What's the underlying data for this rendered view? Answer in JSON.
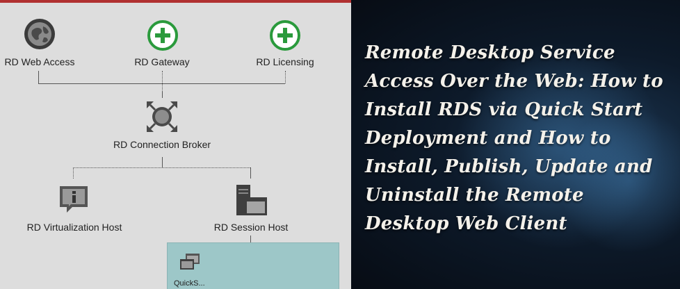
{
  "diagram": {
    "nodes": {
      "web_access": {
        "label": "RD Web Access",
        "icon": "globe-icon"
      },
      "gateway": {
        "label": "RD Gateway",
        "icon": "add-icon"
      },
      "licensing": {
        "label": "RD Licensing",
        "icon": "add-icon"
      },
      "connection_broker": {
        "label": "RD Connection Broker",
        "icon": "broker-icon"
      },
      "virtualization_host": {
        "label": "RD Virtualization Host",
        "icon": "info-icon"
      },
      "session_host": {
        "label": "RD Session Host",
        "icon": "server-window-icon"
      }
    },
    "quickstart": {
      "label": "QuickS...",
      "icon": "windows-stack-icon"
    }
  },
  "hero": {
    "title": "Remote Desktop Service Access Over the Web: How to Install RDS via Quick Start Deployment and How to Install, Publish, Update and Uninstall the Remote Desktop Web Client"
  },
  "colors": {
    "add_green": "#2a9a3c",
    "panel_bg": "#dddddd",
    "tile_teal": "#9dc7c8",
    "accent_red": "#b03030"
  }
}
